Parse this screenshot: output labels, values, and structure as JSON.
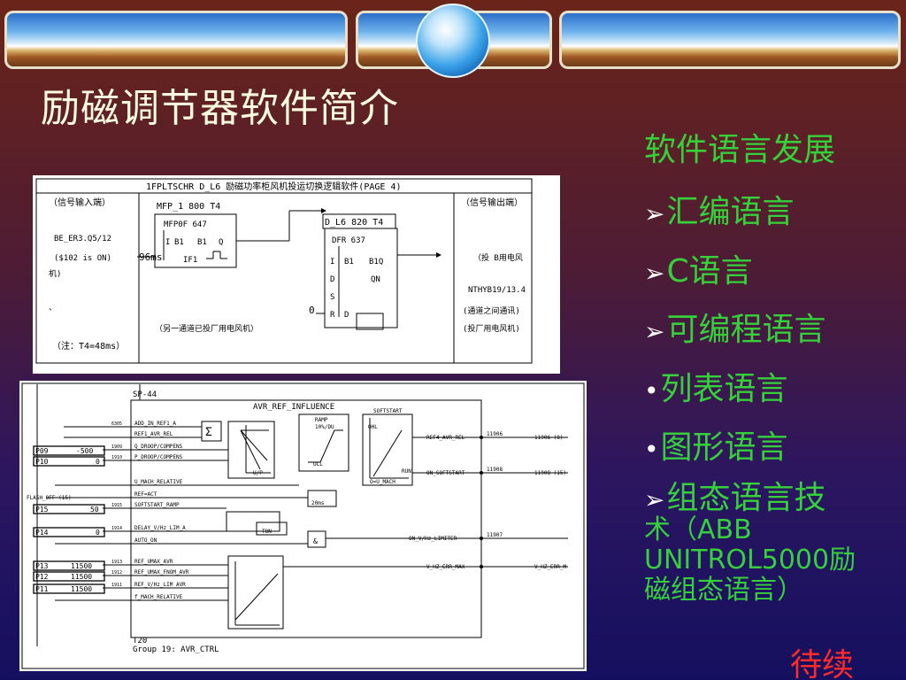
{
  "slide_title": "励磁调节器软件简介",
  "side": {
    "header": "软件语言发展",
    "items": [
      {
        "bullet": "➢",
        "text": "汇编语言"
      },
      {
        "bullet": "➢",
        "text": "C语言"
      },
      {
        "bullet": "➢",
        "text": "可编程语言"
      },
      {
        "bullet": "•",
        "text": "列表语言"
      },
      {
        "bullet": "•",
        "text": "图形语言"
      }
    ],
    "last_item": {
      "bullet": "➢",
      "line1": "组态语言技",
      "line2": "术（ABB",
      "line3": "UNITROL5000励",
      "line4": "磁组态语言）"
    }
  },
  "continue": "待续",
  "diagram1": {
    "header": "1FPLTSCHR D_L6 励磁功率柜风机投运切换逻辑软件(PAGE 4)",
    "input_label": "（信号输入端）",
    "output_label": "（信号输出端）",
    "block1_name": "MFP_1    800 T4",
    "block1_title": "MFP0F      647",
    "block1_pins": [
      "I",
      "B1",
      "B1",
      "Q"
    ],
    "block1_if": "IF1",
    "block2_name": "D_L6    820 T4",
    "block2_title": "DFR          637",
    "block2_pins": [
      "I",
      "B1",
      "B1Q",
      "D",
      "QN",
      "S",
      "R",
      "D"
    ],
    "in_sig1": "BE_ER3.Q5/12",
    "in_sig2": "($102 is ON)",
    "in_sig3": "机)",
    "time_label": "96ms",
    "zero": "0",
    "dot": "、",
    "other": "（另一通道已投厂用电风机）",
    "out1": "（投 B用电风",
    "out2": "NTHYB19/13.4",
    "out3": "(通道之间通讯)",
    "out4": "(投厂用电风机)",
    "note": "（注：T4=48ms）"
  },
  "diagram2": {
    "sp": "SP-44",
    "block_title": "AVR_REF_INFLUENCE",
    "softstart": "SOFTSTART",
    "ramp": "RAMP",
    "ramp_rate": "10%/DU",
    "ohl": "OHL",
    "oll": "OLL",
    "run": "RUN",
    "osu": "O=U_MACH",
    "t20ms": "20ms",
    "ton": "TON",
    "amp": "&",
    "sum": "Σ",
    "up": "U/P",
    "inputs": [
      "ADD_IN_REF1_A",
      "REF1_AVR_REL",
      "Q_DROOP/COMPENS",
      "P_DROOP/COMPENS",
      "U_MACH_RELATIVE",
      "REF=ACT",
      "SOFTSTART_RAMP",
      "DELAY_V/Hz_LIM_A",
      "AUTO_ON",
      "REF_UMAX_AVR",
      "REF_UMAX_FNOM_AVR",
      "REF_V/Hz_LIM AVR",
      "f_MACH_RELATIVE"
    ],
    "in_nums": [
      "6305",
      "1909",
      "1910",
      "1915",
      "1914",
      "1913",
      "1912",
      "1911"
    ],
    "params": [
      {
        "name": "P09",
        "value": "-500"
      },
      {
        "name": "P10",
        "value": "0"
      },
      {
        "name": "P15",
        "value": "50"
      },
      {
        "name": "P14",
        "value": "0"
      },
      {
        "name": "P13",
        "value": "11500"
      },
      {
        "name": "P12",
        "value": "11500"
      },
      {
        "name": "P11",
        "value": "11500"
      }
    ],
    "flash": "FLASH_OFF (15)",
    "outputs": [
      "REF4_AVR_REL",
      "ON_SOFTSTART",
      "ON_V/Hz_LIMITER",
      "V_HZ_ERR_MAX"
    ],
    "out_nums": [
      "11906",
      "11908",
      "11907"
    ],
    "out_refs": [
      "11906 (8)",
      "11908 (15)",
      "V_HZ_ERR_M"
    ],
    "t20": "T20",
    "group": "Group 19:  AVR_CTRL"
  }
}
